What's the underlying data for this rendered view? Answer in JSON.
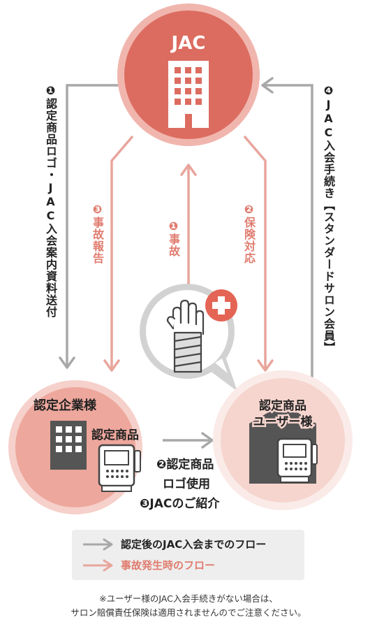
{
  "colors": {
    "gray_flow": "#a8a8a8",
    "accident_flow": "#e8a59c",
    "jac_circle": "#dc6c60",
    "jac_ring": "#f0b6ae",
    "company_circle": "#eda79c",
    "company_ring": "#f6d0ca",
    "user_circle": "#f6d5ce",
    "user_ring": "#faebe8",
    "accident_text": "#e07c6f",
    "building_dark": "#555555",
    "cross_red": "#e46555"
  },
  "nodes": {
    "jac": {
      "label": "JAC",
      "icon": "building-icon"
    },
    "company": {
      "label": "認定企業様",
      "product_label": "認定商品",
      "icon": "building-icon",
      "product_icon": "cash-register-icon"
    },
    "user": {
      "label_line1": "認定商品",
      "label_line2": "ユーザー様",
      "icon": "house-icon",
      "product_icon": "cash-register-icon"
    },
    "injury": {
      "icon": "injured-hand-icon",
      "badge_icon": "medical-cross-icon"
    }
  },
  "edges": {
    "e1_gray": {
      "num": "❶",
      "text": "認定商品ロゴ・JAC入会案内資料送付"
    },
    "e4_gray": {
      "num": "❹",
      "text": "JAC入会手続き【スタンダードサロン会員】"
    },
    "e3_acc": {
      "num": "❸",
      "text": "事故報告"
    },
    "e1_acc": {
      "num": "❶",
      "text": "事故"
    },
    "e2_acc": {
      "num": "❷",
      "text": "保険対応"
    },
    "e2_gray": {
      "line1": "❷認定商品",
      "line2": "ロゴ使用"
    },
    "e3_gray": {
      "text": "❸JACのご紹介"
    }
  },
  "legend": {
    "items": [
      {
        "label": "認定後のJAC入会までのフロー",
        "color": "#a8a8a8"
      },
      {
        "label": "事故発生時のフロー",
        "color": "#e8a59c"
      }
    ]
  },
  "footnote": {
    "line1": "※ユーザー様のJAC入会手続きがない場合は、",
    "line2": "サロン賠償責任保険は適用されませんのでご注意ください。"
  }
}
